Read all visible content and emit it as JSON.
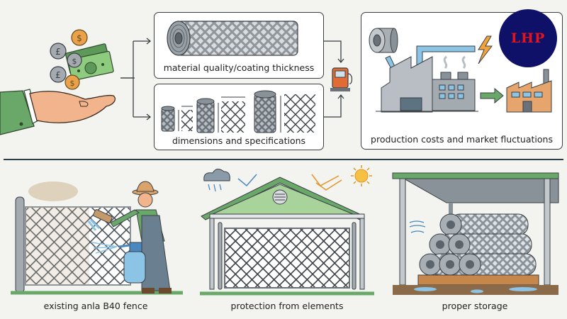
{
  "top_section": {
    "source_illustration": {
      "currency_symbols": [
        "$",
        "£",
        "$",
        "£",
        "$"
      ],
      "description": "hand receiving coins and banknotes"
    },
    "boxes": [
      {
        "id": "material",
        "caption": "material quality/coating thickness"
      },
      {
        "id": "dimensions",
        "caption": "dimensions and specifications"
      },
      {
        "id": "production",
        "caption": "production costs and market fluctuations"
      }
    ],
    "fuel_pump_icon": "fuel-pump"
  },
  "logo": {
    "text": "LHP",
    "bg_color": "#0f1068",
    "text_color": "#e3141c"
  },
  "bottom_section": {
    "panels": [
      {
        "id": "cleaning",
        "caption": "existing anla B40 fence"
      },
      {
        "id": "shelter",
        "caption": "protection from elements"
      },
      {
        "id": "storage",
        "caption": "proper storage"
      }
    ]
  },
  "colors": {
    "background": "#f3f3ef",
    "border": "#3a3f44",
    "green": "#6aa86a",
    "orange": "#e07a3c",
    "blue_arrow": "#8cc4e6",
    "steel": "#8a9299"
  }
}
